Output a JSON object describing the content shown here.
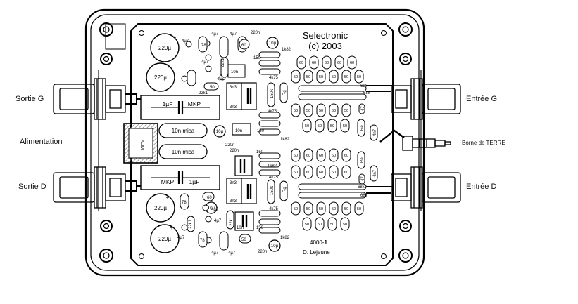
{
  "brand": {
    "name": "Selectronic",
    "copyright": "(c) 2003"
  },
  "board": {
    "ref_prefix": "4000-",
    "ref_suffix": "1",
    "author": "D. Lejeune"
  },
  "external_labels": {
    "out_left": "Sortie G",
    "supply": "Alimentation",
    "out_right": "Sortie D",
    "in_left": "Entrée G",
    "in_right": "Entrée D",
    "ground": "Borne de TERRE"
  },
  "components": {
    "elec_220u": "220µ",
    "cap_4u7": "4µ7",
    "cap_220n": "220n",
    "cap_10u": "10µ",
    "cap_1uF": "1µF",
    "mkp": "MKP",
    "mica": "10n mica",
    "cap_3n3": "3n3",
    "cap_10n": "10n",
    "res_22k1": "22k1",
    "res_150": "150",
    "res_1k82": "1k82",
    "res_4k75": "4k75",
    "res_150k": "150k",
    "res_68k": "68k",
    "res_50": "50",
    "res_60": "60",
    "res_78": "78",
    "res_Rg": "Rg",
    "res_Re": "Re",
    "cap_4n7": "4n7",
    "cap_47": "47",
    "conn": "ALIM"
  }
}
